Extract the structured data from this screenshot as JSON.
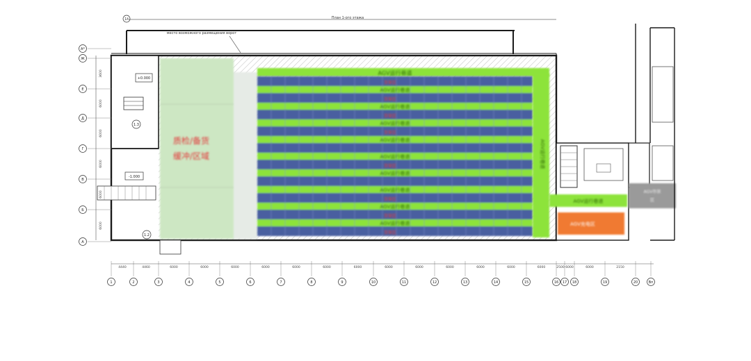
{
  "header": {
    "top_label": "План 1-ого этажа",
    "gate_note": "место возможного размещения ворот",
    "corner_grid": "1*"
  },
  "elevations": {
    "upper": "+0.000",
    "lower": "-1.000",
    "ramp_a": "1.3",
    "ramp_b": "1.2"
  },
  "zones": {
    "inbound_line1": "质检/备货",
    "inbound_line2": "缓冲/区域",
    "agv_top": "AGV运行巷道",
    "agv_lane": "AGV运行巷道",
    "agv_side_vertical": "AGV运行巷道",
    "agv_bottom_lane": "AGV运行巷道",
    "charging": "AGV充电区",
    "gray_box_line1": "AGV存放",
    "gray_box_line2": "区"
  },
  "rack_tags": [
    "货架区",
    "货架区",
    "货架区",
    "货架区",
    "货架区",
    "货架区",
    "货架区",
    "货架区"
  ],
  "grid_rows": [
    "А*",
    "Ж",
    "Е",
    "Д",
    "Г",
    "В",
    "Б",
    "А"
  ],
  "grid_cols": [
    "1",
    "2",
    "3",
    "4",
    "5",
    "6",
    "7",
    "8",
    "9",
    "10",
    "11",
    "12",
    "13",
    "14",
    "15",
    "16",
    "17",
    "18",
    "19",
    "20",
    "Вп"
  ],
  "row_dims": [
    "3600",
    "6000",
    "6000",
    "6000",
    "6000",
    "6000"
  ],
  "col_dims": [
    "4440",
    "4460",
    "6000",
    "6000",
    "6000",
    "6000",
    "6000",
    "6000",
    "6000",
    "6000",
    "6000",
    "6000",
    "6000",
    "6000",
    "6000",
    "2500",
    "6000",
    "6000",
    "2150"
  ],
  "colors": {
    "wall": "#1a1a1a",
    "agv_green": "#8de33a",
    "rack_blue": "#4a5ea0",
    "inbound_zone": "#cde7c3",
    "charging": "#f07a32",
    "gray_box": "#9a9a9a",
    "hatch": "#c9c9c9",
    "red_text": "#e23b3b"
  }
}
